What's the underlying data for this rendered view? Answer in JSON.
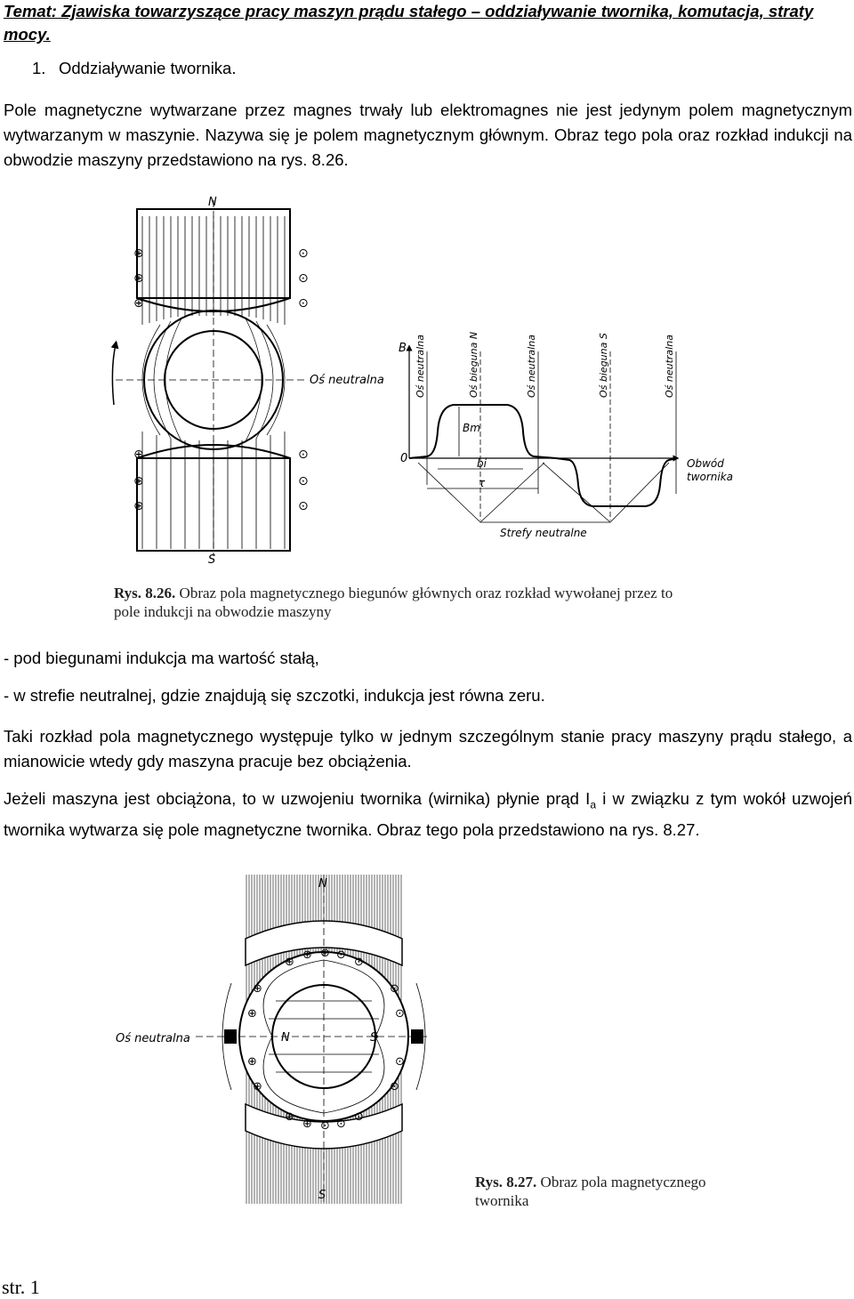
{
  "title": "Temat: Zjawiska towarzyszące pracy maszyn prądu stałego – oddziaływanie twornika, komutacja, straty mocy.",
  "section": {
    "number": "1.",
    "title": "Oddziaływanie twornika."
  },
  "paragraphs": {
    "p1": "Pole magnetyczne wytwarzane przez magnes trwały lub elektromagnes nie jest jedynym polem magnetycznym wytwarzanym w maszynie. Nazywa się je polem magnetycznym głównym. Obraz tego pola oraz rozkład indukcji na obwodzie maszyny przedstawiono na rys. 8.26.",
    "bullet1": "- pod biegunami indukcja ma wartość stałą,",
    "bullet2": "- w strefie neutralnej, gdzie znajdują się szczotki, indukcja jest równa zeru.",
    "p2": "Taki rozkład pola magnetycznego występuje tylko w jednym szczególnym stanie pracy maszyny prądu stałego, a mianowicie wtedy gdy maszyna pracuje bez obciążenia.",
    "p3_a": "Jeżeli maszyna jest obciążona, to w uzwojeniu twornika (wirnika) płynie prąd I",
    "p3_sub": "a",
    "p3_b": " i w związku z tym wokół uzwojeń twornika wytwarza się pole magnetyczne twornika. Obraz tego pola przedstawiono na rys. 8.27."
  },
  "figure1": {
    "label_N": "N",
    "label_S": "S",
    "label_os_neutralna": "Oś neutralna",
    "label_B": "B",
    "label_zero": "0",
    "label_Bm": "Bm",
    "label_bi": "bi",
    "label_tau": "τ",
    "axis_os_neutralna_1": "Oś  neutralna",
    "axis_bieguna_N": "Oś  bieguna N",
    "axis_os_neutralna_2": "Oś  neutralna",
    "axis_bieguna_S": "Oś  bieguna S",
    "axis_os_neutralna_3": "Oś  neutralna",
    "label_obwod": "Obwód",
    "label_twornika": "twornika",
    "label_strefy": "Strefy neutralne",
    "caption_bold": "Rys. 8.26.",
    "caption_text": " Obraz pola magnetycznego biegunów głównych oraz rozkład wywołanej przez to",
    "caption_line2": "pole indukcji na obwodzie maszyny"
  },
  "figure2": {
    "label_N": "N",
    "label_S_top": "S",
    "label_N_mid": "N",
    "label_S_mid": "S",
    "label_os_neutralna": "Oś neutralna",
    "caption_bold": "Rys. 8.27.",
    "caption_text": " Obraz pola magnetycznego",
    "caption_line2": "twornika"
  },
  "footer": "str. 1"
}
